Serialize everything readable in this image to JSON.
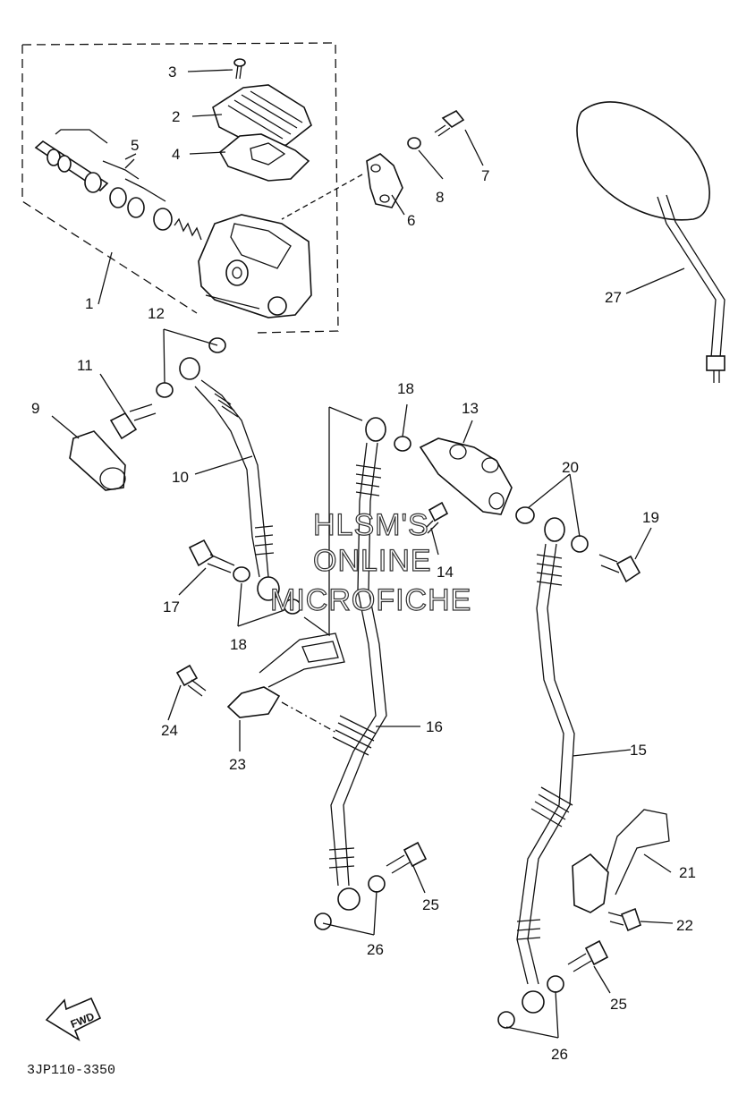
{
  "drawing_code": "3JP110-3350",
  "watermark": {
    "line1": "HLSM'S",
    "line2": "ONLINE",
    "line3": "MICROFICHE"
  },
  "fwd_label": "FWD",
  "callouts": {
    "n1": "1",
    "n2": "2",
    "n3": "3",
    "n4": "4",
    "n5": "5",
    "n6": "6",
    "n7": "7",
    "n8": "8",
    "n9": "9",
    "n10": "10",
    "n11": "11",
    "n12": "12",
    "n13": "13",
    "n14": "14",
    "n15": "15",
    "n16": "16",
    "n17": "17",
    "n18a": "18",
    "n18b": "18",
    "n19": "19",
    "n20": "20",
    "n21": "21",
    "n22": "22",
    "n23": "23",
    "n24": "24",
    "n25a": "25",
    "n25b": "25",
    "n26a": "26",
    "n26b": "26",
    "n27": "27"
  }
}
